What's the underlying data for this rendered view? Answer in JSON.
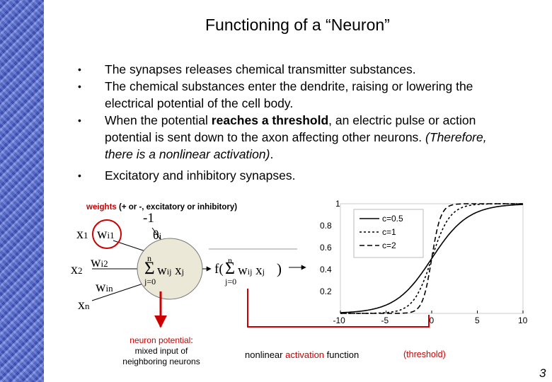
{
  "slide": {
    "title": "Functioning of a “Neuron”",
    "bullets": [
      {
        "text": "The synapses releases chemical transmitter substances."
      },
      {
        "text": "The chemical substances enter the dendrite, raising or lowering the electrical potential of the cell body."
      },
      {
        "pre": "When the potential ",
        "bold": "reaches a threshold",
        "post": ", an electric pulse or action potential is sent down to the axon affecting other neurons. ",
        "italic": "(Therefore, there is a nonlinear activation)",
        "end": "."
      },
      {
        "text": "Excitatory and inhibitory synapses."
      }
    ],
    "page_number": "3"
  },
  "diagram": {
    "weights_label": {
      "red": "weights",
      "black": " (+ or -, excitatory or inhibitory)"
    },
    "bias_input": "-1",
    "theta": "θ",
    "theta_sub": "i",
    "inputs": [
      {
        "x": "x",
        "sub": "1",
        "w": "w",
        "wsub": "i1"
      },
      {
        "x": "x",
        "sub": "2",
        "w": "w",
        "wsub": "i2"
      },
      {
        "x": "x",
        "sub": "n",
        "w": "w",
        "wsub": "in"
      }
    ],
    "sum": {
      "sigma": "Σ",
      "top": "n",
      "bottom": "j=0",
      "term": "w",
      "term_sub": "ij",
      "x": "x",
      "x_sub": "j"
    },
    "fsum": {
      "f": "f(",
      "close": ")"
    },
    "neuron_potential": {
      "red": "neuron potential",
      "colon": ":",
      "line2": "mixed input of",
      "line3": "neighboring neurons"
    },
    "activation_label": {
      "pre": "nonlinear ",
      "red": "activation",
      "post": " function"
    },
    "threshold_label": "(threshold)",
    "colors": {
      "red": "#cc0000",
      "curve": "#000000"
    }
  },
  "chart_data": {
    "type": "line",
    "x_ticks": [
      "-10",
      "-5",
      "0",
      "5",
      "10"
    ],
    "y_ticks": [
      "0.2",
      "0.4",
      "0.6",
      "0.8",
      "1"
    ],
    "xlim": [
      -10,
      10
    ],
    "ylim": [
      0,
      1
    ],
    "function": "sigmoid 1/(1+exp(-c*x))",
    "series": [
      {
        "name": "c=0.5",
        "c": 0.5,
        "style": "solid"
      },
      {
        "name": "c=1",
        "c": 1,
        "style": "dotted"
      },
      {
        "name": "c=2",
        "c": 2,
        "style": "dashed"
      }
    ],
    "legend": "top-left"
  }
}
